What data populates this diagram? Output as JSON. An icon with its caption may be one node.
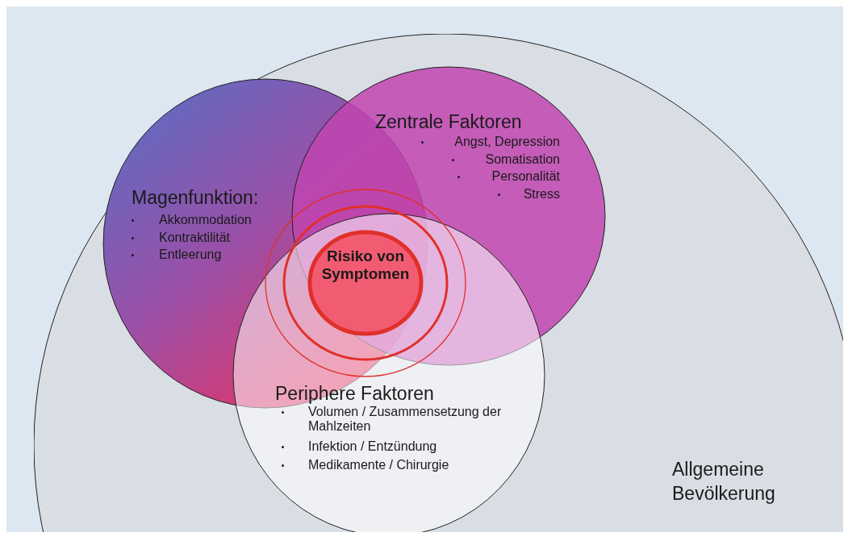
{
  "diagram": {
    "nodes": [
      {
        "text": [
          "Allgemeine Bevölkerung"
        ]
      },
      {
        "text": [
          "Magenfunktion:",
          "Akkommodation",
          "Kontraktilität",
          "Entleerung"
        ],
        "in": 0
      },
      {
        "text": [
          "Zentrale Faktoren",
          "Angst, Depression",
          "Somatisation",
          "Personalität",
          "Stress"
        ],
        "in": 0
      },
      {
        "text": [
          "Periphere Faktoren",
          "Volumen / Zusammensetzung der Mahlzeiten",
          "Infektion / Entzündung",
          "Medikamente / Chirurgie"
        ],
        "in": 0
      },
      {
        "text": [
          "Risiko von Symptomen"
        ]
      }
    ]
  }
}
